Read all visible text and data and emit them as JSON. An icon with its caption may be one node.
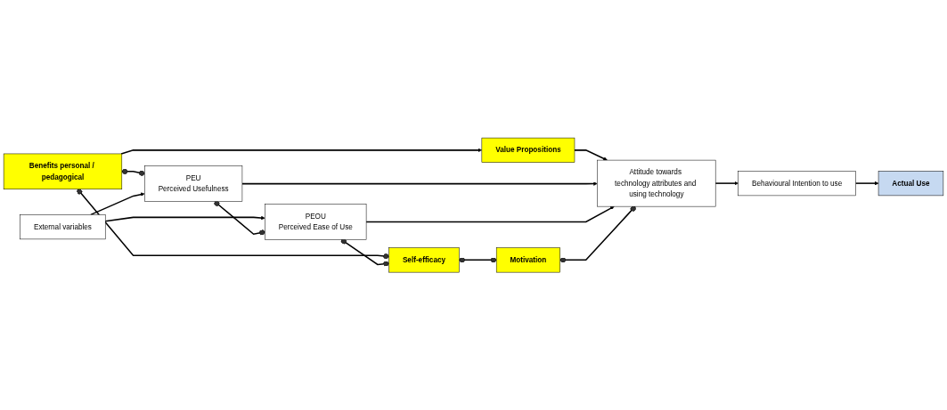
{
  "diagram": {
    "nodes": [
      {
        "text": [
          "Benefits personal / pedagogical"
        ]
      },
      {
        "text": [
          "PEU",
          "Perceived Usefulness"
        ]
      },
      {
        "text": [
          "External variables"
        ]
      },
      {
        "text": [
          "Value Propositions"
        ]
      },
      {
        "text": [
          "Attitude towards technology attributes and using technology"
        ]
      },
      {
        "text": [
          "Behavioural Intention to use"
        ]
      },
      {
        "text": [
          "Actual Use"
        ]
      },
      {
        "text": [
          "PEOU",
          "Perceived Ease of Use"
        ]
      },
      {
        "text": [
          "Self-efficacy"
        ]
      },
      {
        "text": [
          "Motivation"
        ]
      }
    ],
    "edges": [
      {
        "from": 0,
        "to": 8,
        "arrow": "other"
      },
      {
        "from": 0,
        "to": 1,
        "arrow": "other"
      },
      {
        "from": 0,
        "to": 3,
        "arrow": "to"
      },
      {
        "from": 3,
        "to": 4,
        "arrow": "to"
      },
      {
        "from": 2,
        "to": 1,
        "arrow": "to"
      },
      {
        "from": 2,
        "to": 7,
        "arrow": "to"
      },
      {
        "from": 1,
        "to": 7,
        "arrow": "other"
      },
      {
        "from": 1,
        "to": 4,
        "arrow": "to"
      },
      {
        "from": 7,
        "to": 4,
        "arrow": "to"
      },
      {
        "from": 4,
        "to": 5,
        "arrow": "to"
      },
      {
        "from": 5,
        "to": 6,
        "arrow": "to"
      },
      {
        "from": 7,
        "to": 8,
        "arrow": "other"
      },
      {
        "from": 8,
        "to": 9,
        "arrow": "other"
      },
      {
        "from": 9,
        "to": 4,
        "arrow": "other"
      }
    ]
  }
}
